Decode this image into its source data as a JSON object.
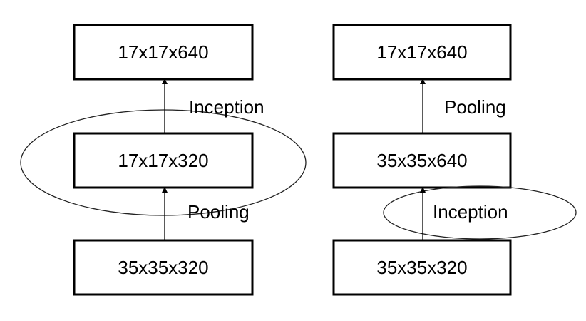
{
  "left_diagram": {
    "top_box": "17x17x640",
    "middle_box": "17x17x320",
    "bottom_box": "35x35x320",
    "upper_operation": "Inception",
    "lower_operation": "Pooling"
  },
  "right_diagram": {
    "top_box": "17x17x640",
    "middle_box": "35x35x640",
    "bottom_box": "35x35x320",
    "upper_operation": "Pooling",
    "lower_operation": "Inception"
  }
}
